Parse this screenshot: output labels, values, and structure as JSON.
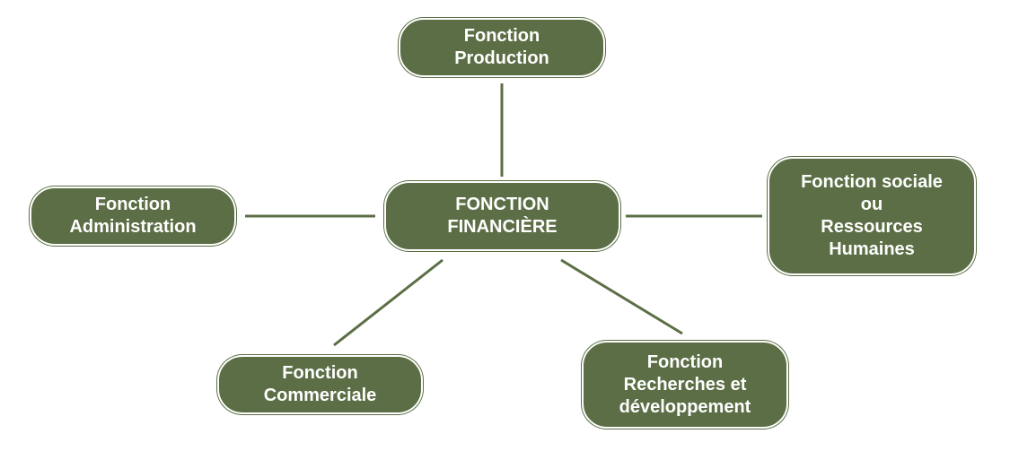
{
  "diagram": {
    "colors": {
      "node_fill": "#5c6e45",
      "node_text": "#ffffff",
      "connector": "#5c6e45",
      "background": "#ffffff"
    },
    "center": {
      "lines": [
        "FONCTION",
        "FINANCIÈRE"
      ]
    },
    "nodes": {
      "production": {
        "lines": [
          "Fonction",
          "Production"
        ]
      },
      "administration": {
        "lines": [
          "Fonction",
          "Administration"
        ]
      },
      "sociale": {
        "lines": [
          "Fonction sociale",
          "ou",
          "Ressources",
          "Humaines"
        ]
      },
      "commerciale": {
        "lines": [
          "Fonction",
          "Commerciale"
        ]
      },
      "recherche": {
        "lines": [
          "Fonction",
          "Recherches et",
          "développement"
        ]
      }
    }
  }
}
